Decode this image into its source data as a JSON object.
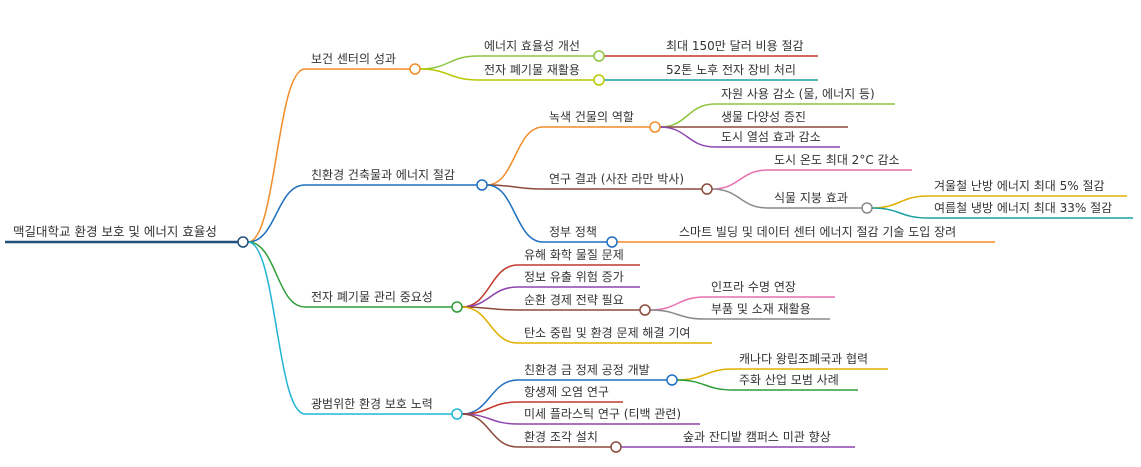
{
  "mindmap": {
    "root": {
      "label": "맥길대학교 환경 보호 및 에너지 효율성",
      "children": [
        {
          "label": "보건 센터의 성과",
          "children": [
            {
              "label": "에너지 효율성 개선",
              "children": [
                {
                  "label": "최대 150만 달러 비용 절감"
                }
              ]
            },
            {
              "label": "전자 폐기물 재활용",
              "children": [
                {
                  "label": "52톤 노후 전자 장비 처리"
                }
              ]
            }
          ]
        },
        {
          "label": "친환경 건축물과 에너지 절감",
          "children": [
            {
              "label": "녹색 건물의 역할",
              "children": [
                {
                  "label": "자원 사용 감소 (물, 에너지 등)"
                },
                {
                  "label": "생물 다양성 증진"
                },
                {
                  "label": "도시 열섬 효과 감소"
                }
              ]
            },
            {
              "label": "연구 결과 (사잔 라만 박사)",
              "children": [
                {
                  "label": "도시 온도 최대 2°C 감소"
                },
                {
                  "label": "식물 지붕 효과",
                  "children": [
                    {
                      "label": "겨울철 난방 에너지 최대 5% 절감"
                    },
                    {
                      "label": "여름철 냉방 에너지 최대 33% 절감"
                    }
                  ]
                }
              ]
            },
            {
              "label": "정부 정책",
              "children": [
                {
                  "label": "스마트 빌딩 및 데이터 센터 에너지 절감 기술 도입 장려"
                }
              ]
            }
          ]
        },
        {
          "label": "전자 폐기물 관리 중요성",
          "children": [
            {
              "label": "유해 화학 물질 문제"
            },
            {
              "label": "정보 유출 위험 증가"
            },
            {
              "label": "순환 경제 전략 필요",
              "children": [
                {
                  "label": "인프라 수명 연장"
                },
                {
                  "label": "부품 및 소재 재활용"
                }
              ]
            },
            {
              "label": "탄소 중립 및 환경 문제 해결 기여"
            }
          ]
        },
        {
          "label": "광범위한 환경 보호 노력",
          "children": [
            {
              "label": "친환경 금 정제 공정 개발",
              "children": [
                {
                  "label": "캐나다 왕립조폐국과 협력"
                },
                {
                  "label": "주화 산업 모범 사례"
                }
              ]
            },
            {
              "label": "항생제 오염 연구"
            },
            {
              "label": "미세 플라스틱 연구 (티백 관련)"
            },
            {
              "label": "환경 조각 설치",
              "children": [
                {
                  "label": "숲과 잔디밭 캠퍼스 미관 향상"
                }
              ]
            }
          ]
        }
      ]
    },
    "colors": {
      "root": "#1f4e79",
      "branch_orange": "#f28c28",
      "branch_blue": "#1f6fbf",
      "branch_green": "#2e9e3a",
      "branch_cyan": "#23b5d3",
      "lime": "#8cc63f",
      "red": "#c0392b",
      "brown": "#8b4a3a",
      "purple": "#8e44ad",
      "pink": "#e86fb0",
      "gray": "#8a8a8a",
      "gold": "#e0b000",
      "teal": "#1aa0a0",
      "yellowgreen": "#b8c800",
      "orange": "#f28c28",
      "blue": "#1f6fbf"
    }
  }
}
